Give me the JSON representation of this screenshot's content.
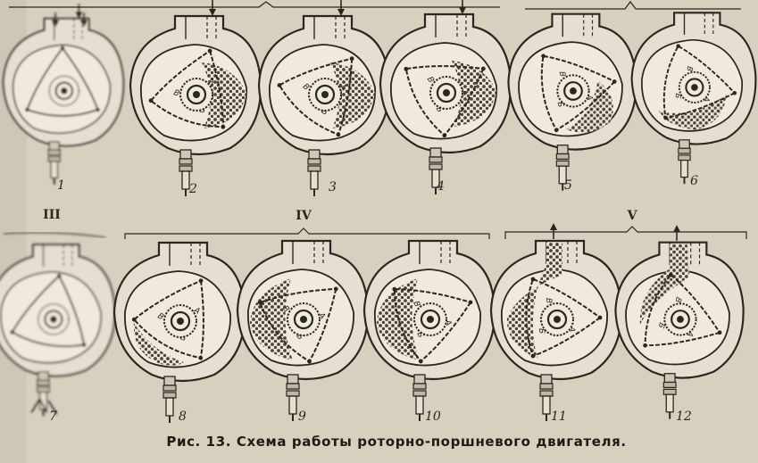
{
  "figure": {
    "caption": "Рис. 13. Схема работы роторно-поршневого двигателя.",
    "groups": [
      {
        "id": "group-3",
        "label": "III"
      },
      {
        "id": "group-4",
        "label": "IV"
      },
      {
        "id": "group-5",
        "label": "V"
      }
    ],
    "panels": [
      {
        "n": "1"
      },
      {
        "n": "2"
      },
      {
        "n": "3"
      },
      {
        "n": "4"
      },
      {
        "n": "5"
      },
      {
        "n": "6"
      },
      {
        "n": "7"
      },
      {
        "n": "8"
      },
      {
        "n": "9"
      },
      {
        "n": "10"
      },
      {
        "n": "11"
      },
      {
        "n": "12"
      }
    ],
    "rotor_letters": [
      "А",
      "Б",
      "В"
    ]
  },
  "colors": {
    "paper": "#d6d0bf",
    "ink": "#2a2620",
    "mixture": "#5b544a"
  },
  "icons": [
    "spark-plug-icon",
    "flow-arrow-icon",
    "rotor-icon",
    "eccentric-gear-icon"
  ]
}
